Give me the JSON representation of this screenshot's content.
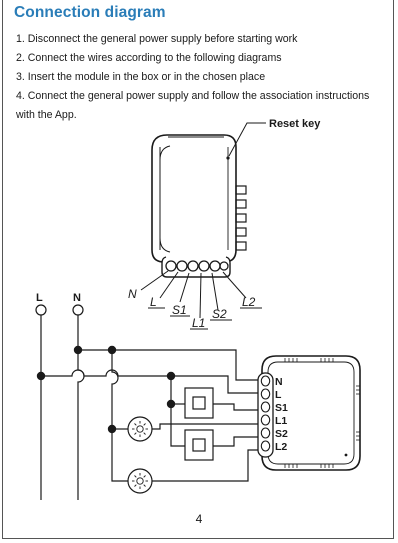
{
  "title": "Connection diagram",
  "steps": [
    "1. Disconnect the general power supply before starting work",
    "2. Connect the wires according to the following diagrams",
    "3. Insert the module in the box or in the chosen place",
    "4. Connect the general power supply and follow the association instructions with the App."
  ],
  "module_callout": "Reset key",
  "module_terminals": [
    "N",
    "L",
    "S1",
    "L1",
    "S2",
    "L2"
  ],
  "supply_labels": [
    "L",
    "N"
  ],
  "wiring_terminals": [
    "N",
    "L",
    "S1",
    "L1",
    "S2",
    "L2"
  ],
  "page_number": "4"
}
